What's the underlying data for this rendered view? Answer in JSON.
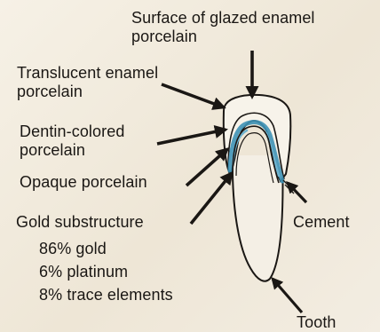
{
  "labels": {
    "surface": [
      "Surface of glazed enamel",
      "porcelain"
    ],
    "translucent": [
      "Translucent enamel",
      "porcelain"
    ],
    "dentin": [
      "Dentin-colored",
      "porcelain"
    ],
    "opaque": "Opaque porcelain",
    "gold": "Gold substructure",
    "gold_composition": [
      "86% gold",
      "6% platinum",
      "8% trace elements"
    ],
    "cement": "Cement",
    "tooth": "Tooth"
  },
  "colors": {
    "ink": "#1a1714",
    "paper": "#f2ece0",
    "opaque_layer": "#3e92b6"
  }
}
